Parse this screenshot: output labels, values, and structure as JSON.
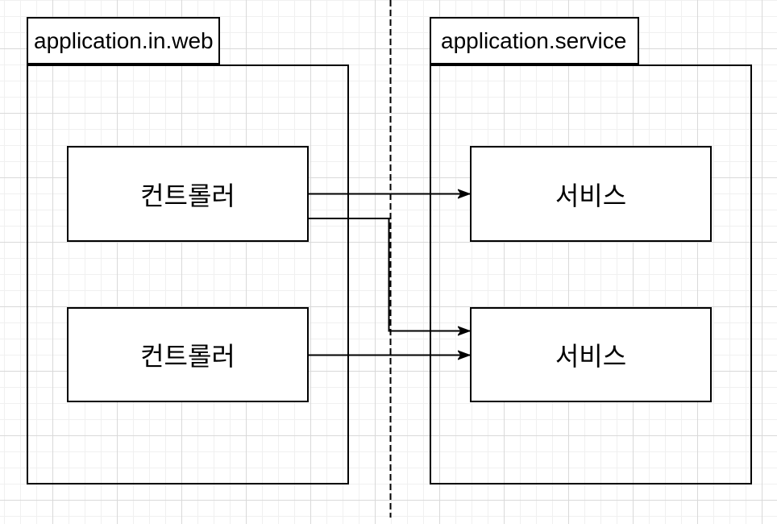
{
  "diagram": {
    "type": "package-dependency-diagram",
    "packages": [
      {
        "id": "application.in.web",
        "label": "application.in.web",
        "nodes": [
          {
            "id": "controller-1",
            "label": "컨트롤러"
          },
          {
            "id": "controller-2",
            "label": "컨트롤러"
          }
        ]
      },
      {
        "id": "application.service",
        "label": "application.service",
        "nodes": [
          {
            "id": "service-1",
            "label": "서비스"
          },
          {
            "id": "service-2",
            "label": "서비스"
          }
        ]
      }
    ],
    "edges": [
      {
        "from": "controller-1",
        "to": "service-1",
        "style": "solid-arrow",
        "route": "straight"
      },
      {
        "from": "controller-1",
        "to": "service-2",
        "style": "solid-arrow",
        "route": "orthogonal-elbow"
      },
      {
        "from": "controller-2",
        "to": "service-2",
        "style": "solid-arrow",
        "route": "straight"
      }
    ],
    "separator": {
      "orientation": "vertical",
      "style": "dashed"
    },
    "colors": {
      "stroke": "#000000",
      "node_fill": "#ffffff",
      "background": "#ffffff",
      "grid_minor": "#f0f0f0",
      "grid_major": "#d9d9d9"
    }
  }
}
